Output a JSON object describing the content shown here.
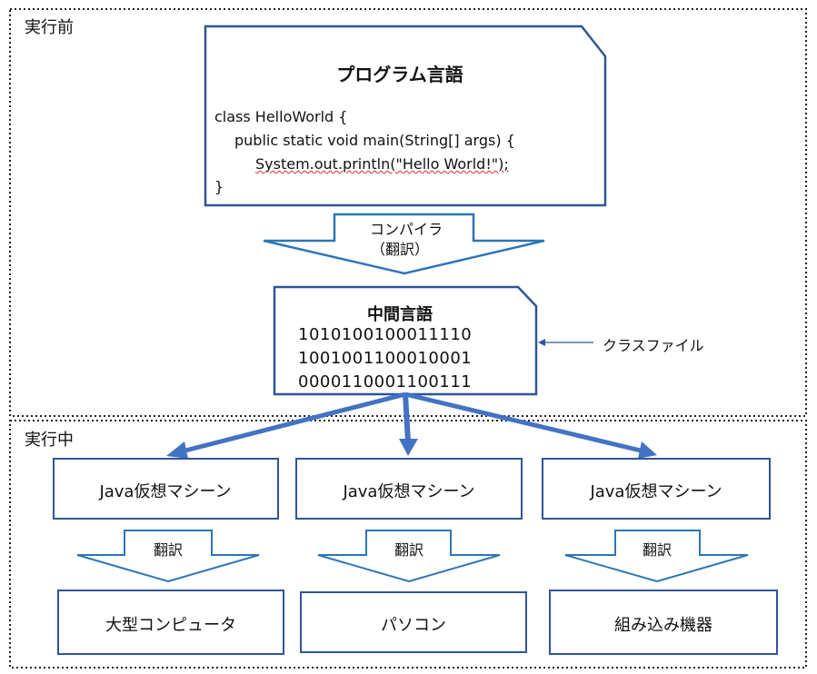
{
  "sections": {
    "before_label": "実行前",
    "during_label": "実行中"
  },
  "program": {
    "title": "プログラム言語",
    "code_lines": [
      "class HelloWorld {",
      "public static void main(String[] args) {",
      "System.out.println(\"Hello World!\");",
      "}"
    ]
  },
  "compiler_arrow": {
    "line1": "コンパイラ",
    "line2": "（翻訳）"
  },
  "intermediate": {
    "title": "中間言語",
    "binary_lines": [
      "1010100100011110",
      "1001001100010001",
      "0000110001100111"
    ],
    "annotation": "クラスファイル"
  },
  "vms": [
    {
      "label": "Java仮想マシーン",
      "translate": "翻訳",
      "target": "大型コンピュータ"
    },
    {
      "label": "Java仮想マシーン",
      "translate": "翻訳",
      "target": "パソコン"
    },
    {
      "label": "Java仮想マシーン",
      "translate": "翻訳",
      "target": "組み込み機器"
    }
  ],
  "colors": {
    "box_border": "#2f5597",
    "arrow_blue": "#4472c4",
    "dotted_border": "#222222"
  }
}
